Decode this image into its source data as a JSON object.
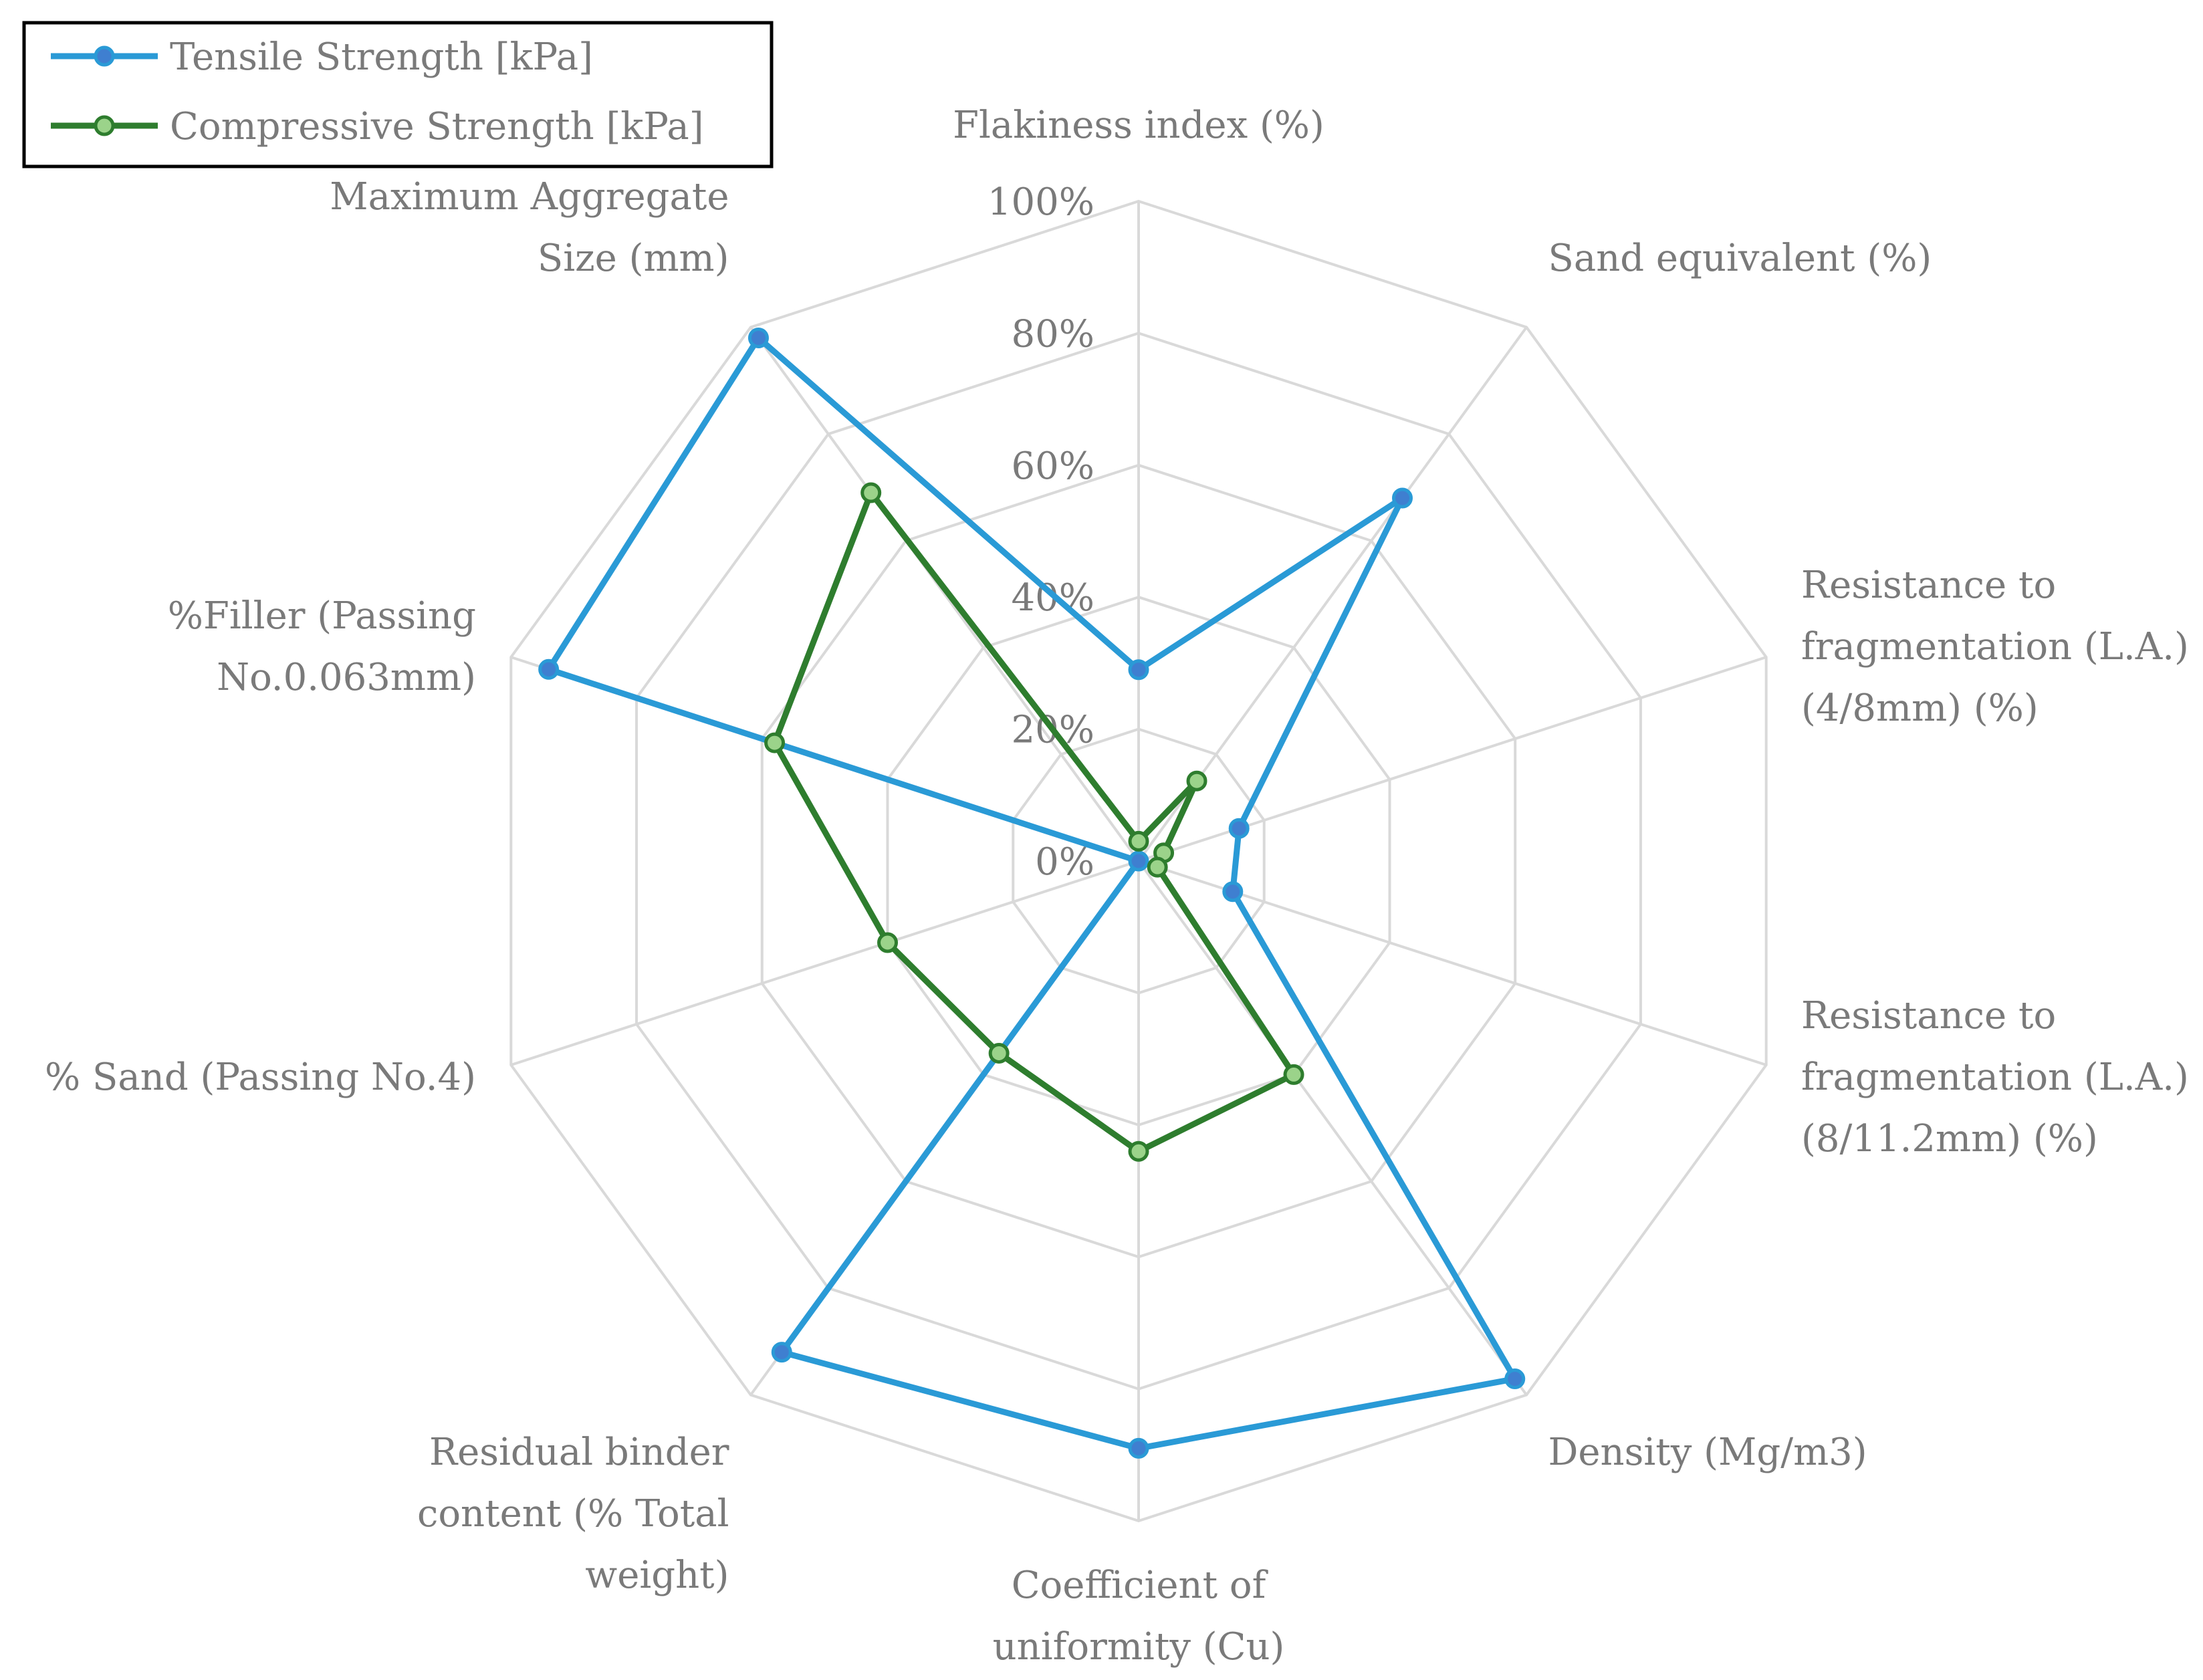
{
  "chart_data": {
    "type": "radar",
    "categories": [
      [
        "Flakiness index (%)"
      ],
      [
        "Sand equivalent (%)"
      ],
      [
        "Resistance to",
        "fragmentation (L.A.)",
        "(4/8mm) (%)"
      ],
      [
        "Resistance to",
        "fragmentation (L.A.)",
        "(8/11.2mm) (%)"
      ],
      [
        "Density (Mg/m3)"
      ],
      [
        "Coefficient of",
        "uniformity (Cu)"
      ],
      [
        "Residual binder",
        "content (% Total",
        "weight)"
      ],
      [
        "% Sand (Passing No.4)"
      ],
      [
        "%Filler (Passing",
        "No.0.063mm)"
      ],
      [
        "Maximum Aggregate",
        "Size  (mm)"
      ]
    ],
    "radial_ticks": [
      "0%",
      "20%",
      "40%",
      "60%",
      "80%",
      "100%"
    ],
    "range": [
      0,
      1
    ],
    "grid": true,
    "legend_position": "top-left",
    "series": [
      {
        "name": "Tensile Strength  [kPa]",
        "color": "#2a9ad6",
        "marker_fill": "#3f7fd0",
        "values": [
          0.29,
          0.68,
          0.16,
          0.15,
          0.97,
          0.89,
          0.92,
          0.0,
          0.94,
          0.98
        ]
      },
      {
        "name": "Compressive Strength  [kPa]",
        "color": "#2e7d2e",
        "marker_fill": "#9bd38a",
        "values": [
          0.03,
          0.15,
          0.04,
          0.03,
          0.4,
          0.44,
          0.36,
          0.4,
          0.58,
          0.69
        ]
      }
    ]
  }
}
